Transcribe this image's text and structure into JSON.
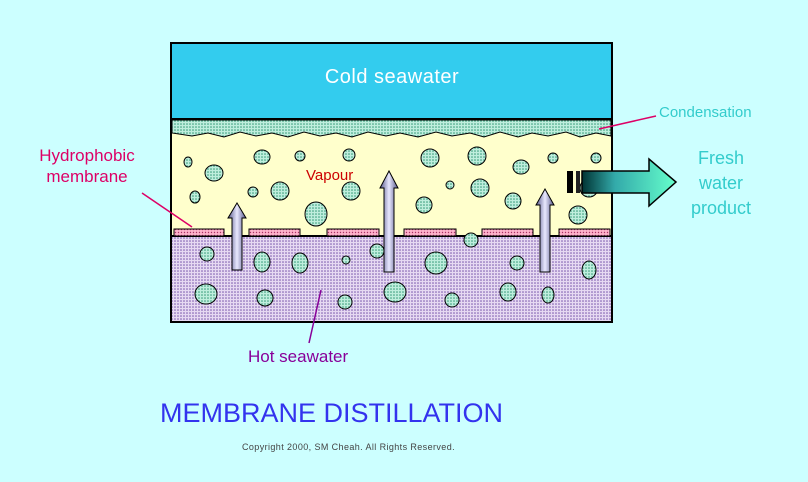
{
  "labels": {
    "cold_seawater": "Cold seawater",
    "condensation": "Condensation",
    "hydrophobic_membrane": "Hydrophobic membrane",
    "vapour": "Vapour",
    "fresh_water_product": "Fresh water product",
    "hot_seawater": "Hot seawater",
    "title": "MEMBRANE DISTILLATION",
    "copyright": "Copyright 2000, SM Cheah. All Rights Reserved."
  },
  "colors": {
    "background": "#ccffff",
    "cold_seawater": "#33ccee",
    "vapour_chamber": "#ffffcc",
    "hot_seawater": "#ddccee",
    "droplet": "#99ddbb",
    "membrane": "#ff99bb",
    "arrow": "#8888bb",
    "title": "#3333ee"
  }
}
